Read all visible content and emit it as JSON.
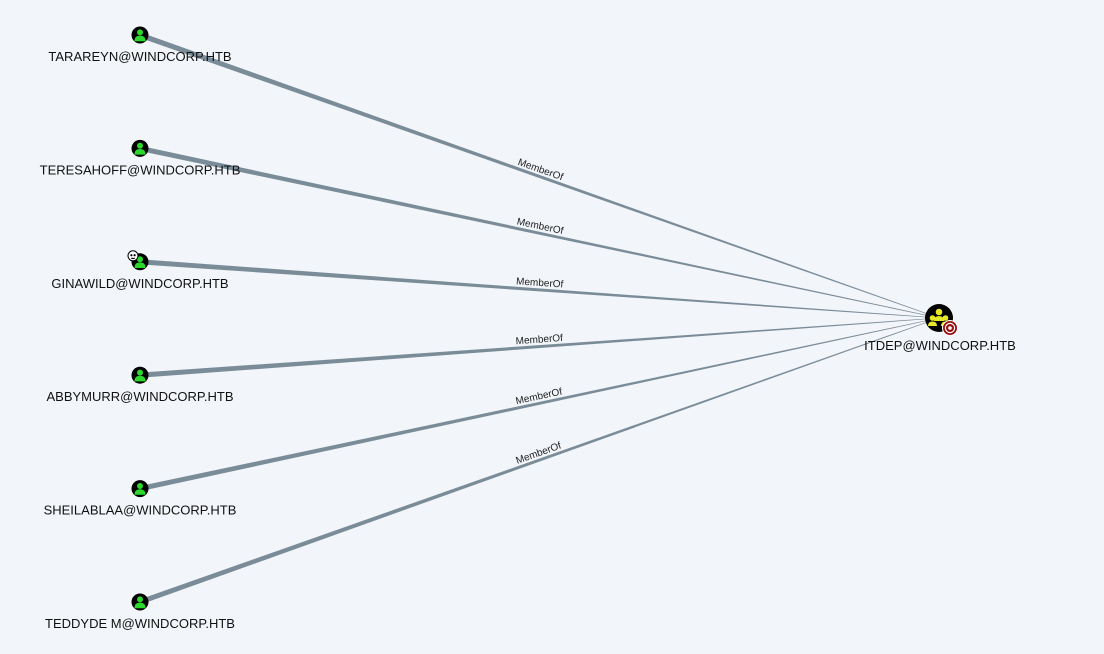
{
  "graph": {
    "edge_label": "MemberOf",
    "edge_color": "#7b8c99",
    "user_icon_color": "#2bd82b",
    "group_icon_color": "#e8e82a",
    "target_badge_color": "#9b1111",
    "users": [
      {
        "name": "TARAREYN@WINDCORP.HTB",
        "owned": false
      },
      {
        "name": "TERESAHOFF@WINDCORP.HTB",
        "owned": false
      },
      {
        "name": "GINAWILD@WINDCORP.HTB",
        "owned": true
      },
      {
        "name": "ABBYMURR@WINDCORP.HTB",
        "owned": false
      },
      {
        "name": "SHEILABLAA@WINDCORP.HTB",
        "owned": false
      },
      {
        "name": "TEDDYDE M@WINDCORP.HTB",
        "owned": false
      }
    ],
    "group": {
      "name": "ITDEP@WINDCORP.HTB",
      "high_value": true
    },
    "icons": {
      "user": "user-icon",
      "group": "group-icon",
      "owned": "skull-icon",
      "high_value": "target-icon"
    }
  }
}
